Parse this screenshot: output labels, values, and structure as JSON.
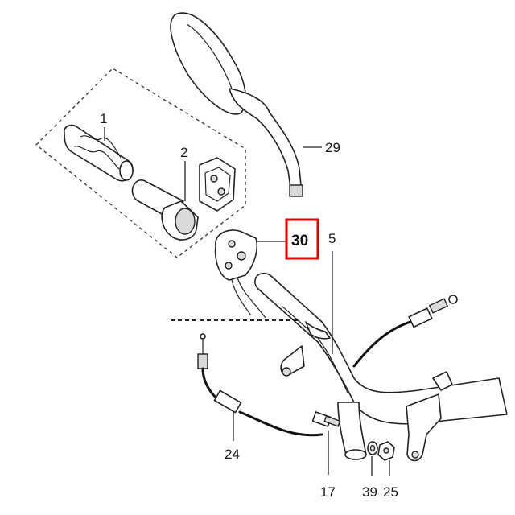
{
  "diagram": {
    "callouts": [
      {
        "id": "c1",
        "label": "1"
      },
      {
        "id": "c2",
        "label": "2"
      },
      {
        "id": "c29",
        "label": "29"
      },
      {
        "id": "c30",
        "label": "30",
        "highlighted": true
      },
      {
        "id": "c5",
        "label": "5"
      },
      {
        "id": "c24",
        "label": "24"
      },
      {
        "id": "c17",
        "label": "17"
      },
      {
        "id": "c39",
        "label": "39"
      },
      {
        "id": "c25",
        "label": "25"
      }
    ],
    "highlight_color": "#e00000",
    "line_color": "#222222"
  }
}
